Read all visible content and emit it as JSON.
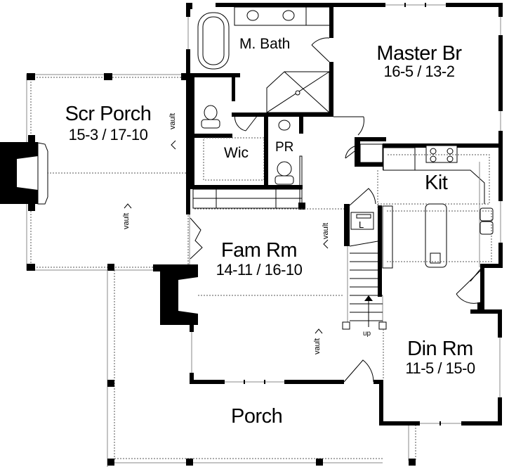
{
  "plan": {
    "rooms": [
      {
        "id": "master-bath",
        "name": "M. Bath",
        "dims": ""
      },
      {
        "id": "master-br",
        "name": "Master Br",
        "dims": "16-5 / 13-2"
      },
      {
        "id": "scr-porch",
        "name": "Scr Porch",
        "dims": "15-3 / 17-10"
      },
      {
        "id": "wic",
        "name": "Wic",
        "dims": ""
      },
      {
        "id": "pr",
        "name": "PR",
        "dims": ""
      },
      {
        "id": "kit",
        "name": "Kit",
        "dims": ""
      },
      {
        "id": "fam-rm",
        "name": "Fam Rm",
        "dims": "14-11 / 16-10"
      },
      {
        "id": "din-rm",
        "name": "Din Rm",
        "dims": "11-5 / 15-0"
      },
      {
        "id": "porch",
        "name": "Porch",
        "dims": ""
      }
    ],
    "annotations": {
      "vault": "vault",
      "up": "up",
      "laundry": "L"
    },
    "colors": {
      "wall": "#000000",
      "background": "#ffffff",
      "line": "#888888"
    }
  }
}
